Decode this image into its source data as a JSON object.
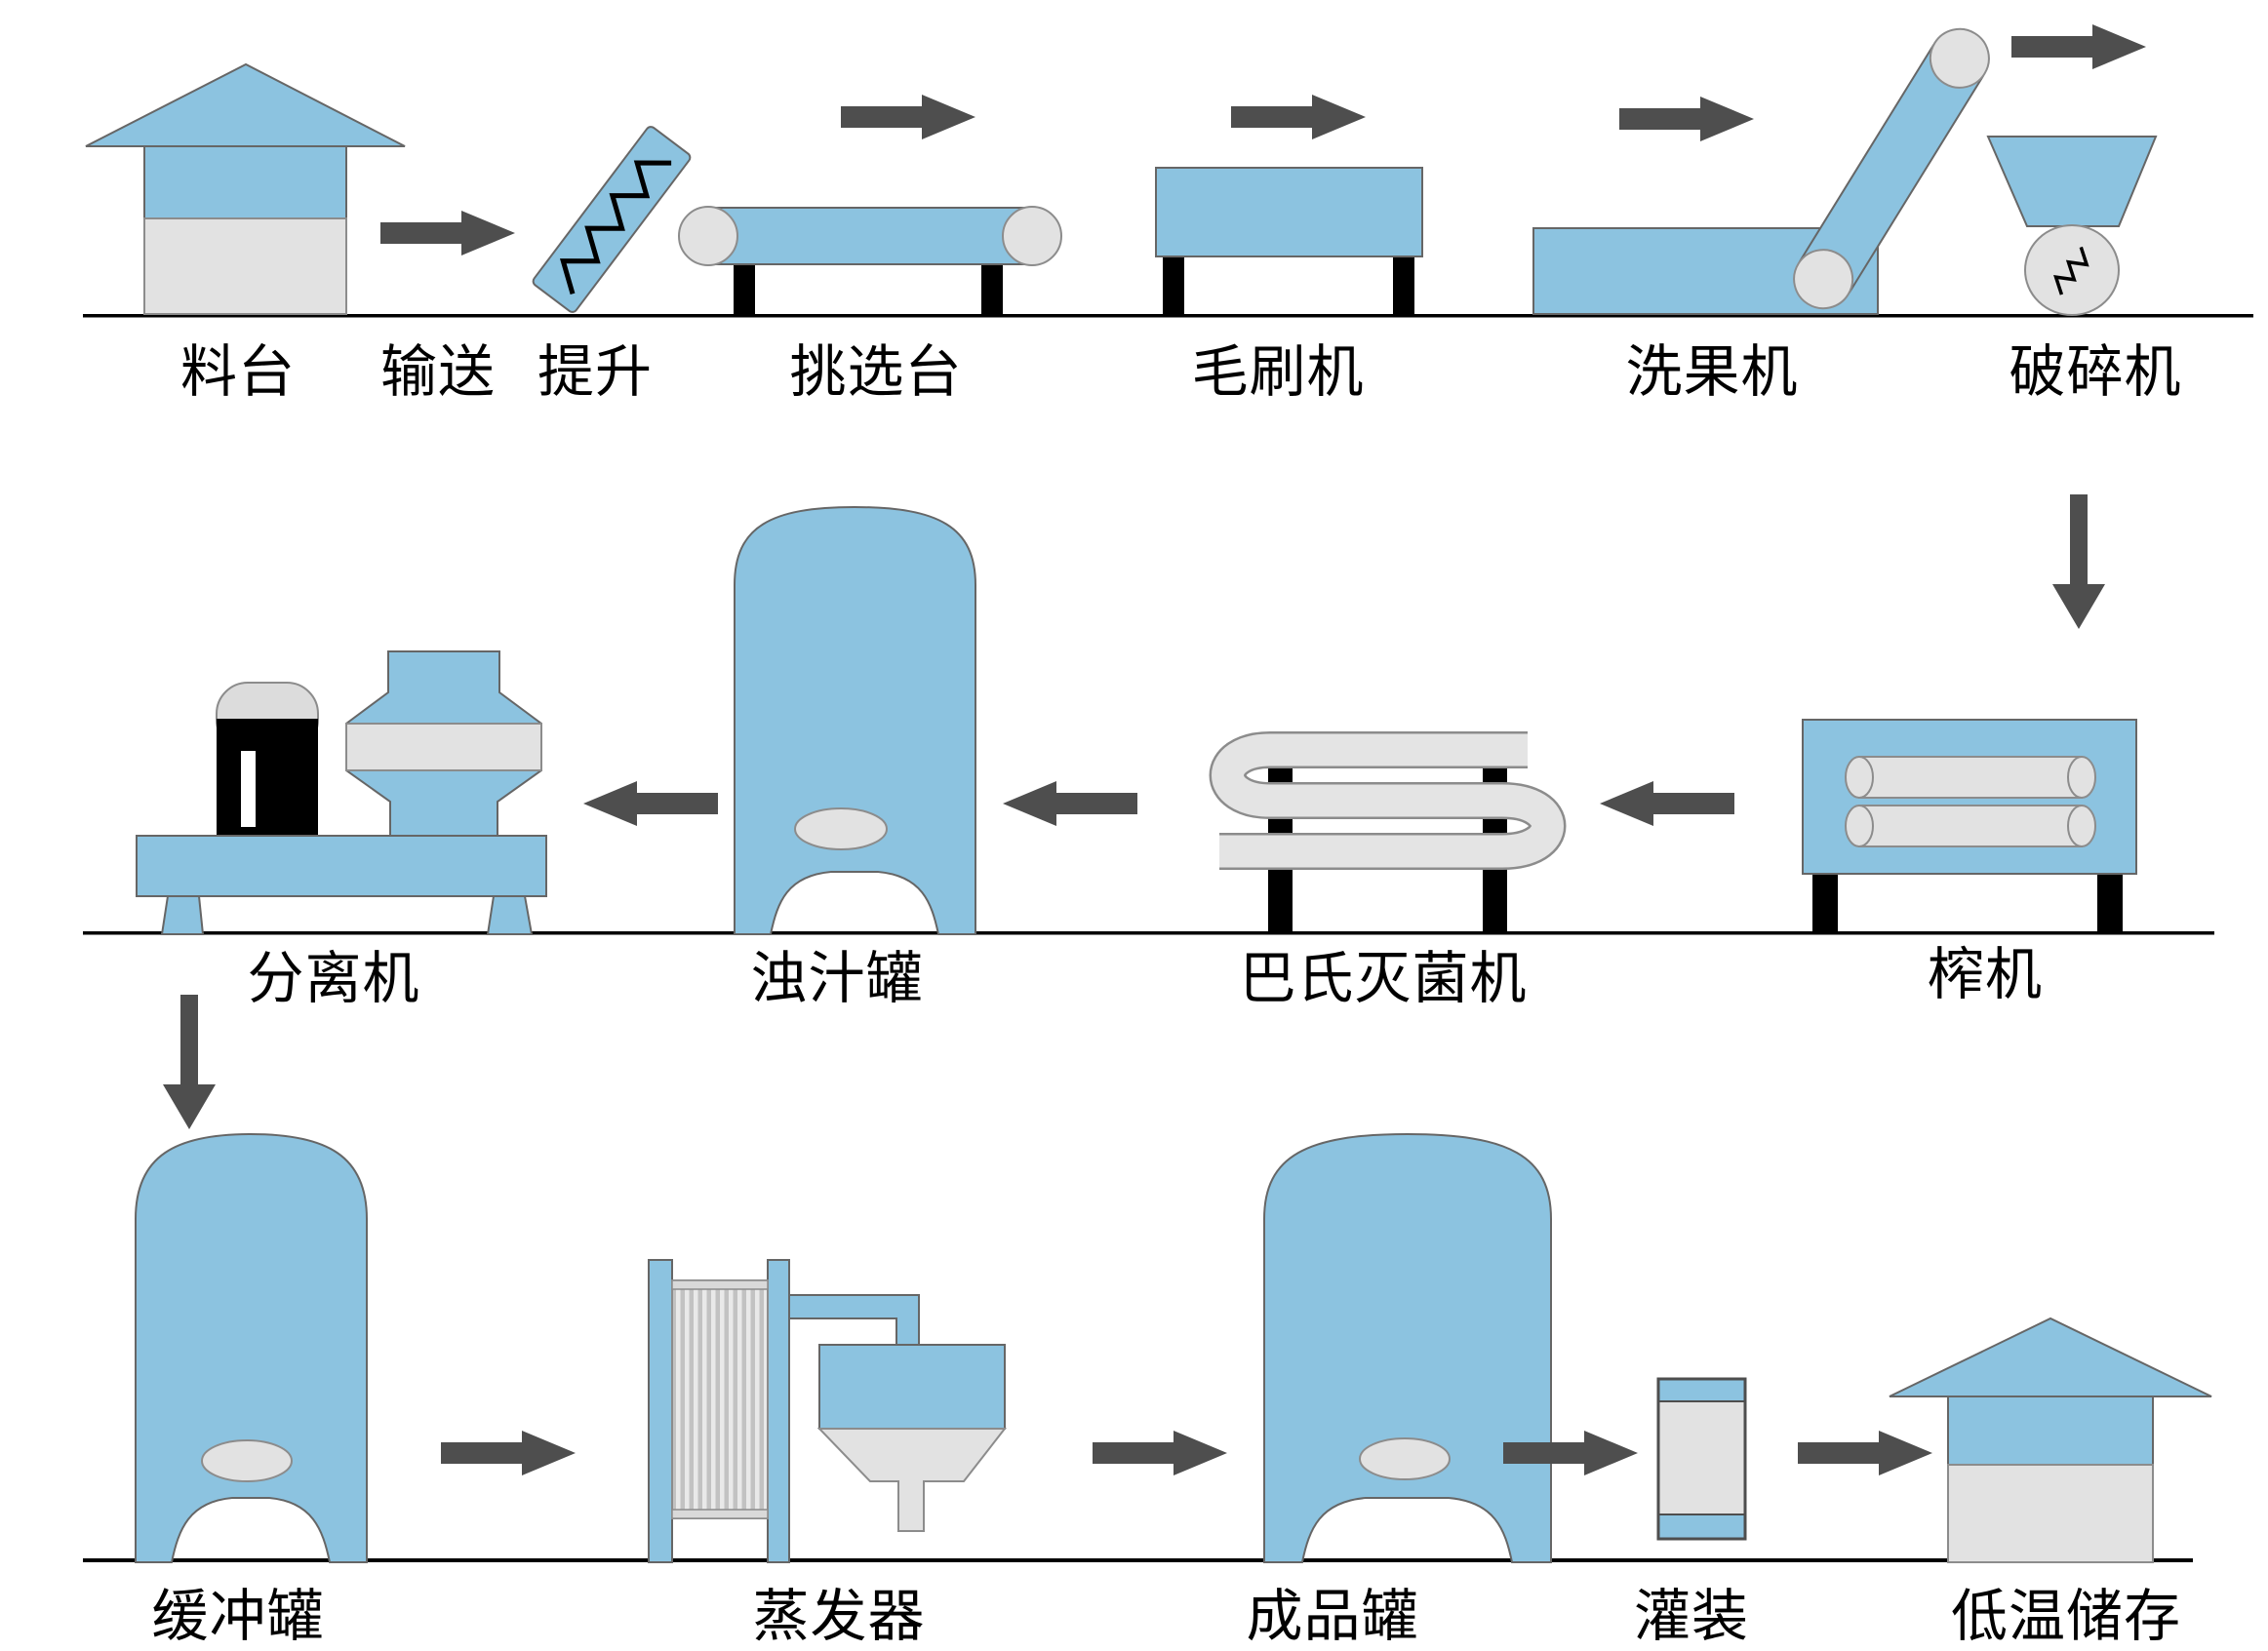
{
  "colors": {
    "blue": "#8CC3E0",
    "gray": "#E2E2E2",
    "dark_gray": "#4E4E4E",
    "black": "#000000",
    "outline": "#666666",
    "gray_outline": "#8C8C8C"
  },
  "rows": [
    {
      "items": [
        {
          "key": "liaotai",
          "label": "料台"
        },
        {
          "key": "shusong",
          "label": "输送"
        },
        {
          "key": "tisheng",
          "label": "提升"
        },
        {
          "key": "tiaoxuantai",
          "label": "挑选台"
        },
        {
          "key": "maoshuaji",
          "label": "毛刷机"
        },
        {
          "key": "xiguoji",
          "label": "洗果机"
        },
        {
          "key": "posuiji",
          "label": "破碎机"
        }
      ]
    },
    {
      "items": [
        {
          "key": "fenliji",
          "label": "分离机"
        },
        {
          "key": "zhuozhiguan",
          "label": "浊汁罐"
        },
        {
          "key": "bashimiejunji",
          "label": "巴氏灭菌机"
        },
        {
          "key": "zhaji",
          "label": "榨机"
        }
      ]
    },
    {
      "items": [
        {
          "key": "huanchongguan",
          "label": "缓冲罐"
        },
        {
          "key": "zhengfaqi",
          "label": "蒸发器"
        },
        {
          "key": "chengpinguan",
          "label": "成品罐"
        },
        {
          "key": "guanzhuang",
          "label": "灌装"
        },
        {
          "key": "diwenchucun",
          "label": "低温储存"
        }
      ]
    }
  ]
}
